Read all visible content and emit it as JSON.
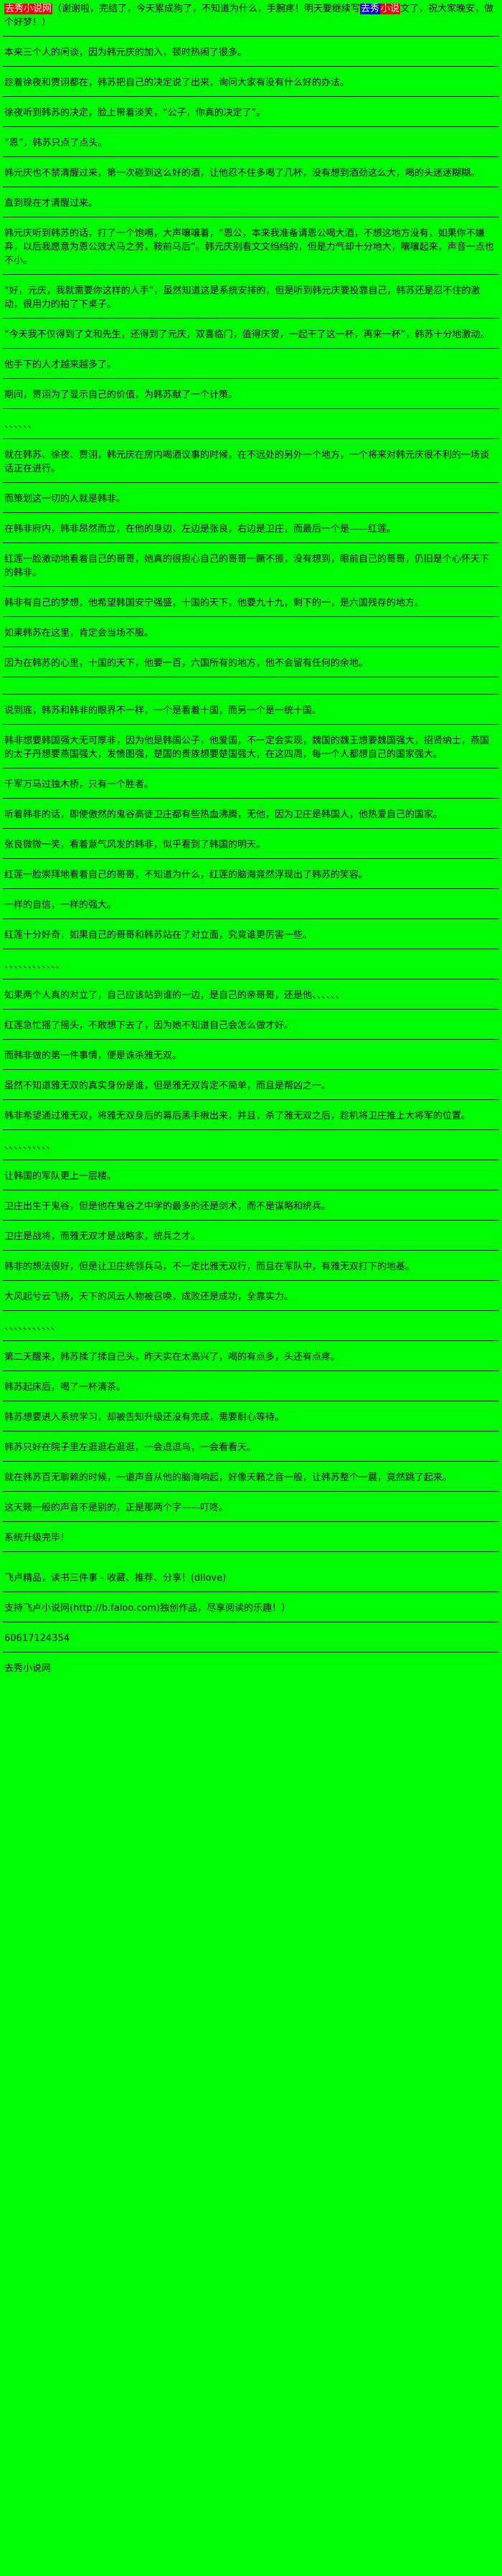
{
  "page": {
    "background_color": "#00fb00",
    "text_color": "#000000",
    "accent_red": "#f60000",
    "accent_blue": "#0000dd"
  },
  "header": {
    "segments": [
      {
        "style": "red",
        "text": "去秀小说网"
      },
      {
        "style": "plain",
        "text": "（谢谢啦，完结了，今天累成狗了，不知道为什么，手腕疼！明天要继续写"
      },
      {
        "style": "blue",
        "text": "去秀"
      },
      {
        "style": "red",
        "text": "小说"
      },
      {
        "style": "plain",
        "text": "文了，祝大家晚安，做个好梦！）"
      }
    ]
  },
  "paragraphs": [
    "本来三个人的闲谈，因为韩元庆的加入，顿时热闹了很多。",
    "趁着徐夜和贾诩都在，韩苏把自己的决定说了出来，询问大家有没有什么好的办法。",
    "徐夜听到韩苏的决定，脸上带着淡笑，“公子，你真的决定了”。",
    "“恩”，韩苏只点了点头。",
    "韩元庆也不禁清醒过来，第一次碰到这么好的酒，让他忍不住多喝了几杯，没有想到酒劲这么大，喝的头迷迷糊糊。",
    "直到现在才清醒过来。",
    "韩元庆听到韩苏的话，打了一个饱嗝，大声嚷嚷着，“恩公，本来我准备请恩公喝大酒，不想这地方没有，如果你不嫌弃，以后我愿意为恩公效犬马之劳，鞍前马后”。韩元庆别看文文绉绉的，但是力气却十分地大，嚷嚷起来，声音一点也不小。",
    "“好，元庆，我就需要你这样的人手”，虽然知道这是系统安排的，但是听到韩元庆要投靠自己，韩苏还是忍不住的激动，很用力的拍了下桌子。",
    "“今天我不仅得到了文和先生，还得到了元庆，双喜临门，值得庆贺，一起干了这一杯，再来一杯”，韩苏十分地激动。",
    "他手下的人才越来越多了。",
    "期间，贾诩为了显示自己的价值，为韩苏献了一个计策。",
    "、、、、、、",
    "就在韩苏、徐夜、贾诩，韩元庆在房内喝酒议事的时候，在不远处的另外一个地方，一个将来对韩元庆很不利的一场谈话正在进行。",
    "而策划这一切的人就是韩非。",
    "在韩非府内，韩非昂然而立，在他的身边，左边是张良，右边是卫庄，而最后一个是——红莲。",
    "红莲一脸激动地看着自己的哥哥，她真的很担心自己的哥哥一蹶不振，没有想到，眼前自己的哥哥，仍旧是个心怀天下的韩非。",
    "韩非有自己的梦想，他希望韩国安宁强盛，十国的天下，他要九十九，剩下的一，是六国残存的地方。",
    "如果韩苏在这里，肯定会当场不服。",
    "因为在韩苏的心里，十国的天下，他要一百，六国所有的地方，他不会留有任何的余地。",
    "",
    "说到底，韩苏和韩非的眼界不一样，一个是看着十国，而另一个是一统十国。",
    "韩非想要韩国强大无可厚非，因为他是韩国公子，他爱国，不一定会实现，魏国的魏王想要魏国强大，招贤纳士，燕国的太子丹想要燕国强大，发愤图强，楚国的贵族想要楚国强大，在这四周，每一个人都想自己的国家强大。",
    "千军万马过独木桥，只有一个胜者。",
    "听着韩非的话，即使傲然的鬼谷高徒卫庄都有些热血沸腾，无他，因为卫庄是韩国人，他热爱自己的国家。",
    "张良微微一笑，看着意气风发的韩非，似乎看到了韩国的明天。",
    "红莲一脸崇拜地看着自己的哥哥，不知道为什么，红莲的脑海竟然浮现出了韩苏的笑容。",
    "一样的自信，一样的强大。",
    "红莲十分好奇，如果自己的哥哥和韩苏站在了对立面，究竟谁更厉害一些。",
    "、、、、、、、、、、、、",
    "如果两个人真的对立了，自己应该站到谁的一边，是自己的亲哥哥，还是他、、、、、、",
    "红莲急忙摇了摇头，不敢想下去了，因为她不知道自己会怎么做才好。",
    "而韩非做的第一件事情，便是诛杀雅无双。",
    "虽然不知道雅无双的真实身份是谁，但是雅无双肯定不简单，而且是帮凶之一。",
    "韩非希望通过雅无双，将雅无双身后的幕后黑手揪出来，并且，杀了雅无双之后，趁机将卫庄推上大将军的位置。",
    "、、、、、、、、、、",
    "让韩国的军队更上一层楼。",
    "卫庄出生于鬼谷，但是他在鬼谷之中学的最多的还是剑术，而不是谋略和统兵。",
    "卫庄是战将，而雅无双才是战略家，统兵之才。",
    "韩非的想法很好，但是让卫庄统领兵马，不一定比雅无双行，而且在军队中，有雅无双打下的地基。",
    "大风起兮云飞扬，天下的风云人物被召唤，成败还是成功，全靠实力。",
    "、、、、、、、、、、、",
    "第二天醒来，韩苏揉了揉自己头，昨天实在太高兴了，喝的有点多，头还有点疼。",
    "韩苏起床后，喝了一杯清茶。",
    "韩苏想要进入系统学习，却被告知升级还没有完成，需要耐心等待。",
    "韩苏只好在院子里左逛逛右逛逛，一会逗逗鸟，一会看看天。",
    "就在韩苏百无聊赖的时候，一道声音从他的脑海响起，好像天籁之音一般，让韩苏整个一震，竟然跳了起来。",
    "这天籁一般的声音不是别的，正是那两个字——叮咚。",
    "系统升级完毕！"
  ],
  "footer": {
    "promo_line": "飞卢精品，读书三件事 - 收藏、推荐、分享！(dllove)",
    "support_line": "支持飞卢小说网(http://b.faloo.com)独创作品，尽享阅读的乐趣！）",
    "book_id": "60617124354",
    "site_watermark": "去秀小说网"
  }
}
